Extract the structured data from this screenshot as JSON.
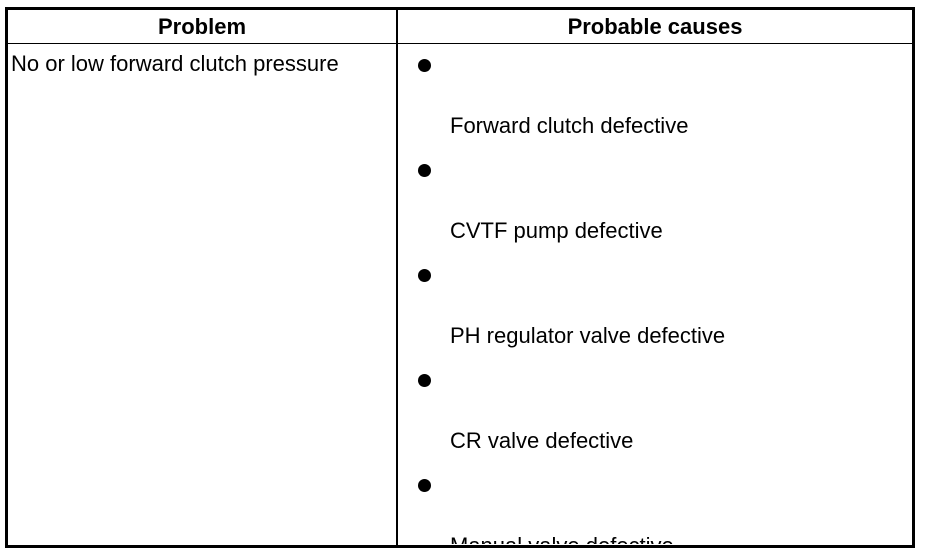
{
  "table": {
    "headers": {
      "problem": "Problem",
      "probable_causes": "Probable causes"
    },
    "rows": [
      {
        "problem": "No or low forward clutch pressure",
        "causes": [
          "Forward clutch defective",
          "CVTF pump defective",
          "PH regulator valve defective",
          "CR valve defective",
          "Manual valve defective"
        ]
      }
    ]
  }
}
